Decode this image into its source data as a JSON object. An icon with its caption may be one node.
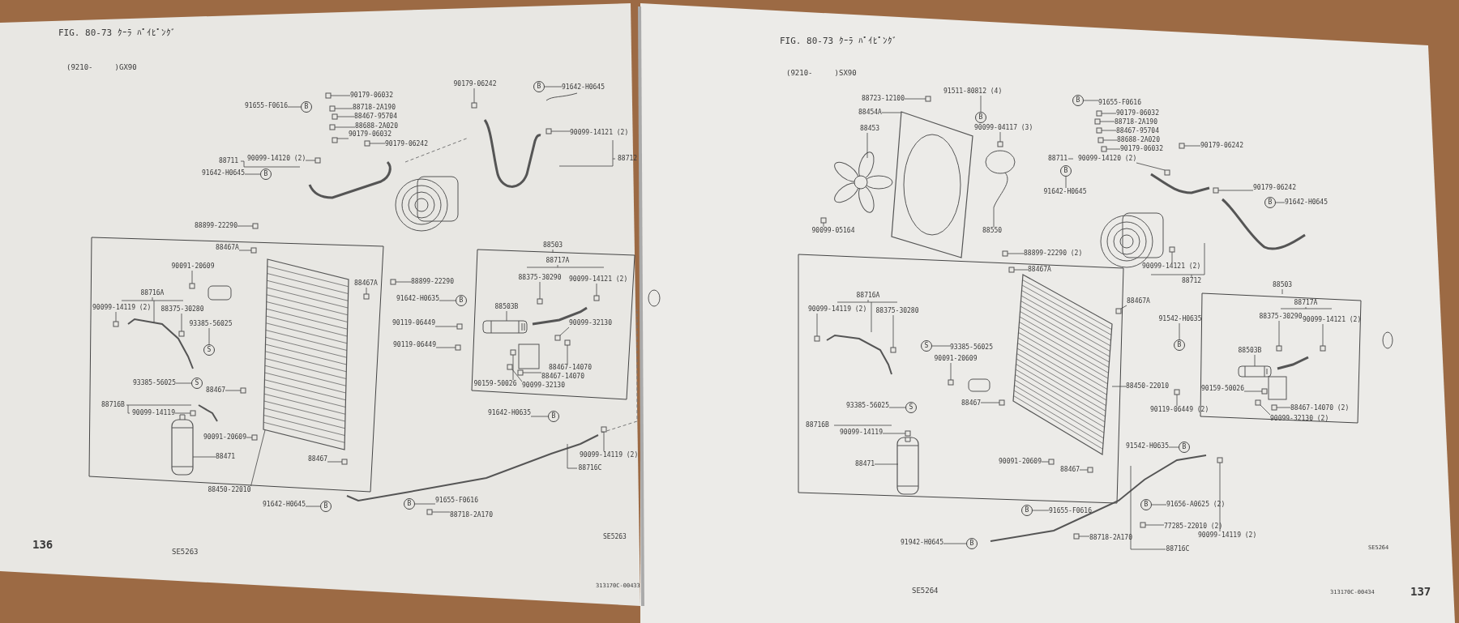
{
  "diagram": {
    "nodes": [
      {
        "text": [
          "90179-06032"
        ]
      },
      {
        "text": [
          "91655-F0616"
        ]
      },
      {
        "text": [
          "B"
        ]
      },
      {
        "text": [
          "88718-2A190"
        ]
      },
      {
        "text": [
          "88467-95704"
        ]
      },
      {
        "text": [
          "88688-2A020"
        ]
      },
      {
        "text": [
          "90179-06032"
        ]
      },
      {
        "text": [
          "90179-06242"
        ]
      },
      {
        "text": [
          "90099-14120 (2)"
        ]
      },
      {
        "text": [
          "91642-H0645"
        ]
      },
      {
        "text": [
          "B"
        ]
      },
      {
        "text": [
          "88899-22290"
        ]
      },
      {
        "text": [
          "88467A"
        ]
      },
      {
        "text": [
          "90179-06242"
        ]
      },
      {
        "text": [
          "B"
        ]
      },
      {
        "text": [
          "91642-H0645"
        ]
      },
      {
        "text": [
          "90099-14121 (2)"
        ]
      },
      {
        "text": [
          "90091-20609"
        ]
      },
      {
        "text": [
          "90099-14119 (2)"
        ]
      },
      {
        "text": [
          "88375-30280"
        ]
      },
      {
        "text": [
          "93385-56025"
        ]
      },
      {
        "text": [
          "S"
        ]
      },
      {
        "text": [
          "93385-56025"
        ]
      },
      {
        "text": [
          "S"
        ]
      },
      {
        "text": [
          "88467"
        ]
      },
      {
        "text": [
          "90099-14119"
        ]
      },
      {
        "text": [
          "90091-20609"
        ]
      },
      {
        "text": [
          "88471"
        ]
      },
      {
        "text": [
          "88467"
        ]
      },
      {
        "text": [
          "88450-22010"
        ]
      },
      {
        "text": [
          "91642-H0645"
        ]
      },
      {
        "text": [
          "B"
        ]
      },
      {
        "text": [
          "88467A"
        ]
      },
      {
        "text": [
          "88899-22290"
        ]
      },
      {
        "text": [
          "91642-H0635"
        ]
      },
      {
        "text": [
          "B"
        ]
      },
      {
        "text": [
          "88503B"
        ]
      },
      {
        "text": [
          "90119-06449"
        ]
      },
      {
        "text": [
          "90119-06449"
        ]
      },
      {
        "text": [
          "90099-32130"
        ]
      },
      {
        "text": [
          "88467-14070"
        ]
      },
      {
        "text": [
          "88467-14070"
        ]
      },
      {
        "text": [
          "90159-50026"
        ]
      },
      {
        "text": [
          "90099-32130"
        ]
      },
      {
        "text": [
          "91642-H0635"
        ]
      },
      {
        "text": [
          "B"
        ]
      },
      {
        "text": [
          "90099-14119 (2)"
        ]
      },
      {
        "text": [
          "91655-F0616"
        ]
      },
      {
        "text": [
          "B"
        ]
      },
      {
        "text": [
          "88718-2A170"
        ]
      },
      {
        "text": [
          "88375-30290"
        ]
      },
      {
        "text": [
          "90099-14121 (2)"
        ]
      },
      {
        "text": [
          "88723-12100"
        ]
      },
      {
        "text": [
          "91511-80812 (4)"
        ]
      },
      {
        "text": [
          "B"
        ]
      },
      {
        "text": [
          "88454A"
        ]
      },
      {
        "text": [
          "88453"
        ]
      },
      {
        "text": [
          "90099-04117 (3)"
        ]
      },
      {
        "text": [
          "90099-05164"
        ]
      },
      {
        "text": [
          "88550"
        ]
      },
      {
        "text": [
          "88899-22290 (2)"
        ]
      },
      {
        "text": [
          "88467A"
        ]
      },
      {
        "text": [
          "B"
        ]
      },
      {
        "text": [
          "91655-F0616"
        ]
      },
      {
        "text": [
          "90179-06032"
        ]
      },
      {
        "text": [
          "88718-2A190"
        ]
      },
      {
        "text": [
          "88467-95704"
        ]
      },
      {
        "text": [
          "88688-2A020"
        ]
      },
      {
        "text": [
          "90179-06032"
        ]
      },
      {
        "text": [
          "90099-14120 (2)"
        ]
      },
      {
        "text": [
          "B"
        ]
      },
      {
        "text": [
          "91642-H0645"
        ]
      },
      {
        "text": [
          "90179-06242"
        ]
      },
      {
        "text": [
          "90179-06242"
        ]
      },
      {
        "text": [
          "B"
        ]
      },
      {
        "text": [
          "91642-H0645"
        ]
      },
      {
        "text": [
          "90099-14121 (2)"
        ]
      },
      {
        "text": [
          "90099-14119 (2)"
        ]
      },
      {
        "text": [
          "88375-30280"
        ]
      },
      {
        "text": [
          "88467A"
        ]
      },
      {
        "text": [
          "S"
        ]
      },
      {
        "text": [
          "93385-56025"
        ]
      },
      {
        "text": [
          "90091-20609"
        ]
      },
      {
        "text": [
          "88467"
        ]
      },
      {
        "text": [
          "93385-56025"
        ]
      },
      {
        "text": [
          "S"
        ]
      },
      {
        "text": [
          "90099-14119"
        ]
      },
      {
        "text": [
          "88471"
        ]
      },
      {
        "text": [
          "90091-20609"
        ]
      },
      {
        "text": [
          "88467"
        ]
      },
      {
        "text": [
          "88450-22010"
        ]
      },
      {
        "text": [
          "90119-06449 (2)"
        ]
      },
      {
        "text": [
          "91542-H0635"
        ]
      },
      {
        "text": [
          "B"
        ]
      },
      {
        "text": [
          "88375-30290"
        ]
      },
      {
        "text": [
          "90099-14121 (2)"
        ]
      },
      {
        "text": [
          "88503B"
        ]
      },
      {
        "text": [
          "90159-50026"
        ]
      },
      {
        "text": [
          "88467-14070 (2)"
        ]
      },
      {
        "text": [
          "90099-32130 (2)"
        ]
      },
      {
        "text": [
          "91542-H0635"
        ]
      },
      {
        "text": [
          "B"
        ]
      },
      {
        "text": [
          "91655-F0616"
        ]
      },
      {
        "text": [
          "B"
        ]
      },
      {
        "text": [
          "91656-A0625 (2)"
        ]
      },
      {
        "text": [
          "B"
        ]
      },
      {
        "text": [
          "77285-22010 (2)"
        ]
      },
      {
        "text": [
          "90099-14119 (2)"
        ]
      },
      {
        "text": [
          "91942-H0645"
        ]
      },
      {
        "text": [
          "B"
        ]
      },
      {
        "text": [
          "88718-2A170"
        ]
      },
      {
        "text": [],
        "shape": "picture"
      },
      {
        "text": [],
        "shape": "picture"
      },
      {
        "text": [],
        "shape": "picture"
      },
      {
        "text": [],
        "shape": "picture"
      },
      {
        "text": [],
        "shape": "picture"
      },
      {
        "text": [],
        "shape": "picture"
      },
      {
        "text": [],
        "shape": "picture"
      },
      {
        "text": [],
        "shape": "picture"
      },
      {
        "text": [],
        "shape": "picture"
      },
      {
        "text": [],
        "shape": "box"
      },
      {
        "text": [],
        "shape": "box"
      },
      {
        "text": [],
        "shape": "box"
      },
      {
        "text": [],
        "shape": "box"
      },
      {
        "text": [],
        "shape": "box"
      },
      {
        "text": [],
        "shape": "box"
      },
      {
        "text": [],
        "shape": "box"
      },
      {
        "text": [],
        "shape": "box"
      },
      {
        "text": [],
        "shape": "box"
      },
      {
        "text": [],
        "shape": "box"
      },
      {
        "text": [],
        "shape": "box"
      },
      {
        "text": [],
        "shape": "box"
      },
      {
        "text": [],
        "shape": "box"
      },
      {
        "text": [],
        "shape": "box"
      },
      {
        "text": [],
        "shape": "box"
      },
      {
        "text": [],
        "shape": "box"
      },
      {
        "text": [],
        "shape": "box"
      },
      {
        "text": [],
        "shape": "box"
      },
      {
        "text": [],
        "shape": "box"
      },
      {
        "text": [],
        "shape": "box"
      },
      {
        "text": [],
        "shape": "box"
      },
      {
        "text": [],
        "shape": "box"
      },
      {
        "text": [],
        "shape": "box"
      },
      {
        "text": [],
        "shape": "box"
      },
      {
        "text": [],
        "shape": "box"
      },
      {
        "text": [],
        "shape": "box"
      },
      {
        "text": [],
        "shape": "box"
      },
      {
        "text": [],
        "shape": "box"
      },
      {
        "text": [],
        "shape": "box"
      },
      {
        "text": [],
        "shape": "box"
      },
      {
        "text": [],
        "shape": "box"
      },
      {
        "text": [],
        "shape": "box"
      },
      {
        "text": [],
        "shape": "box"
      },
      {
        "text": [],
        "shape": "box"
      },
      {
        "text": [],
        "shape": "box"
      },
      {
        "text": [],
        "shape": "box"
      },
      {
        "text": [],
        "shape": "box"
      },
      {
        "text": [],
        "shape": "box"
      },
      {
        "text": [],
        "shape": "box"
      },
      {
        "text": [],
        "shape": "box"
      },
      {
        "text": [],
        "shape": "box"
      },
      {
        "text": [],
        "shape": "box"
      },
      {
        "text": [],
        "shape": "box"
      },
      {
        "text": [],
        "shape": "box"
      },
      {
        "text": [],
        "shape": "box"
      },
      {
        "text": [],
        "shape": "box"
      },
      {
        "text": [],
        "shape": "box"
      },
      {
        "text": [],
        "shape": "box"
      },
      {
        "text": [],
        "shape": "box"
      },
      {
        "text": [],
        "shape": "box"
      },
      {
        "text": [],
        "shape": "box"
      },
      {
        "text": [],
        "shape": "box"
      },
      {
        "text": [],
        "shape": "box"
      },
      {
        "text": [],
        "shape": "box"
      },
      {
        "text": [],
        "shape": "box"
      },
      {
        "text": [],
        "shape": "box"
      },
      {
        "text": [],
        "shape": "box"
      },
      {
        "text": [],
        "shape": "box"
      },
      {
        "text": [],
        "shape": "box"
      },
      {
        "text": [],
        "shape": "box"
      },
      {
        "text": [],
        "shape": "box"
      },
      {
        "text": [],
        "shape": "box"
      }
    ],
    "edges": [
      {
        "from": 0,
        "to": 120,
        "arrow": "none"
      },
      {
        "from": 1,
        "to": 2,
        "arrow": "none"
      },
      {
        "from": 3,
        "to": 121,
        "arrow": "none"
      },
      {
        "from": 4,
        "to": 122,
        "arrow": "none"
      },
      {
        "from": 5,
        "to": 123,
        "arrow": "none"
      },
      {
        "from": 6,
        "to": 124,
        "arrow": "none"
      },
      {
        "from": 7,
        "to": 125,
        "arrow": "none"
      },
      {
        "from": 8,
        "to": 126,
        "arrow": "none"
      },
      {
        "from": 9,
        "to": 10,
        "arrow": "none"
      },
      {
        "from": 11,
        "to": 127,
        "arrow": "none"
      },
      {
        "from": 12,
        "to": 128,
        "arrow": "none"
      },
      {
        "from": 13,
        "to": 129,
        "arrow": "none"
      },
      {
        "from": 15,
        "to": 14,
        "arrow": "none"
      },
      {
        "from": 16,
        "to": 130,
        "arrow": "none"
      },
      {
        "from": 17,
        "to": 131,
        "arrow": "none"
      },
      {
        "from": 18,
        "to": 132,
        "arrow": "none"
      },
      {
        "from": 19,
        "to": 133,
        "arrow": "none"
      },
      {
        "from": 20,
        "to": 21,
        "arrow": "none"
      },
      {
        "from": 22,
        "to": 23,
        "arrow": "none"
      },
      {
        "from": 24,
        "to": 134,
        "arrow": "none"
      },
      {
        "from": 25,
        "to": 135,
        "arrow": "none"
      },
      {
        "from": 26,
        "to": 136,
        "arrow": "none"
      },
      {
        "from": 27,
        "to": 112,
        "arrow": "none"
      },
      {
        "from": 28,
        "to": 137,
        "arrow": "none"
      },
      {
        "from": 29,
        "to": 111,
        "arrow": "none"
      },
      {
        "from": 30,
        "to": 31,
        "arrow": "none"
      },
      {
        "from": 32,
        "to": 138,
        "arrow": "none"
      },
      {
        "from": 33,
        "to": 139,
        "arrow": "none"
      },
      {
        "from": 34,
        "to": 35,
        "arrow": "none"
      },
      {
        "from": 36,
        "to": 113,
        "arrow": "none"
      },
      {
        "from": 37,
        "to": 140,
        "arrow": "none"
      },
      {
        "from": 38,
        "to": 141,
        "arrow": "none"
      },
      {
        "from": 39,
        "to": 142,
        "arrow": "none"
      },
      {
        "from": 40,
        "to": 143,
        "arrow": "none"
      },
      {
        "from": 41,
        "to": 144,
        "arrow": "none"
      },
      {
        "from": 42,
        "to": 145,
        "arrow": "none"
      },
      {
        "from": 43,
        "to": 146,
        "arrow": "none"
      },
      {
        "from": 44,
        "to": 45,
        "arrow": "none"
      },
      {
        "from": 46,
        "to": 147,
        "arrow": "none"
      },
      {
        "from": 47,
        "to": 48,
        "arrow": "none"
      },
      {
        "from": 49,
        "to": 148,
        "arrow": "none"
      },
      {
        "from": 50,
        "to": 149,
        "arrow": "none"
      },
      {
        "from": 51,
        "to": 150,
        "arrow": "none"
      },
      {
        "from": 52,
        "to": 151,
        "arrow": "none"
      },
      {
        "from": 53,
        "to": 54,
        "arrow": "none"
      },
      {
        "from": 55,
        "to": 115,
        "arrow": "none"
      },
      {
        "from": 56,
        "to": 114,
        "arrow": "none"
      },
      {
        "from": 57,
        "to": 152,
        "arrow": "none"
      },
      {
        "from": 58,
        "to": 153,
        "arrow": "none"
      },
      {
        "from": 59,
        "to": 116,
        "arrow": "none"
      },
      {
        "from": 60,
        "to": 154,
        "arrow": "none"
      },
      {
        "from": 61,
        "to": 155,
        "arrow": "none"
      },
      {
        "from": 63,
        "to": 62,
        "arrow": "none"
      },
      {
        "from": 64,
        "to": 156,
        "arrow": "none"
      },
      {
        "from": 65,
        "to": 157,
        "arrow": "none"
      },
      {
        "from": 66,
        "to": 158,
        "arrow": "none"
      },
      {
        "from": 67,
        "to": 159,
        "arrow": "none"
      },
      {
        "from": 68,
        "to": 160,
        "arrow": "none"
      },
      {
        "from": 69,
        "to": 161,
        "arrow": "none"
      },
      {
        "from": 71,
        "to": 70,
        "arrow": "none"
      },
      {
        "from": 72,
        "to": 162,
        "arrow": "none"
      },
      {
        "from": 73,
        "to": 163,
        "arrow": "none"
      },
      {
        "from": 75,
        "to": 74,
        "arrow": "none"
      },
      {
        "from": 76,
        "to": 164,
        "arrow": "none"
      },
      {
        "from": 77,
        "to": 165,
        "arrow": "none"
      },
      {
        "from": 78,
        "to": 166,
        "arrow": "none"
      },
      {
        "from": 79,
        "to": 167,
        "arrow": "none"
      },
      {
        "from": 81,
        "to": 80,
        "arrow": "none"
      },
      {
        "from": 82,
        "to": 168,
        "arrow": "none"
      },
      {
        "from": 83,
        "to": 169,
        "arrow": "none"
      },
      {
        "from": 84,
        "to": 85,
        "arrow": "none"
      },
      {
        "from": 86,
        "to": 170,
        "arrow": "none"
      },
      {
        "from": 87,
        "to": 118,
        "arrow": "none"
      },
      {
        "from": 88,
        "to": 171,
        "arrow": "none"
      },
      {
        "from": 89,
        "to": 172,
        "arrow": "none"
      },
      {
        "from": 90,
        "to": 117,
        "arrow": "none"
      },
      {
        "from": 91,
        "to": 173,
        "arrow": "none"
      },
      {
        "from": 92,
        "to": 93,
        "arrow": "none"
      },
      {
        "from": 94,
        "to": 174,
        "arrow": "none"
      },
      {
        "from": 95,
        "to": 175,
        "arrow": "none"
      },
      {
        "from": 96,
        "to": 119,
        "arrow": "none"
      },
      {
        "from": 97,
        "to": 176,
        "arrow": "none"
      },
      {
        "from": 98,
        "to": 177,
        "arrow": "none"
      },
      {
        "from": 99,
        "to": 178,
        "arrow": "none"
      },
      {
        "from": 100,
        "to": 101,
        "arrow": "none"
      },
      {
        "from": 102,
        "to": 103,
        "arrow": "none"
      },
      {
        "from": 104,
        "to": 105,
        "arrow": "none"
      },
      {
        "from": 106,
        "to": 179,
        "arrow": "none"
      },
      {
        "from": 107,
        "to": 180,
        "arrow": "none"
      },
      {
        "from": 108,
        "to": 109,
        "arrow": "none"
      },
      {
        "from": 110,
        "to": 181,
        "arrow": "none"
      }
    ],
    "labels": [
      "FIG. 80-73 ｸｰﾗ ﾊﾟｲﾋﾟﾝｸﾞ",
      "(9210-     )GX90",
      "88711",
      "88712",
      "88503",
      "88717A",
      "88716A",
      "88716B",
      "88716C",
      "136",
      "SE5263",
      "SE5263",
      "313170C-00433",
      "FIG. 80-73 ｸｰﾗ ﾊﾟｲﾋﾟﾝｸﾞ",
      "(9210-     )SX90",
      "88711",
      "88712",
      "88716A",
      "88503",
      "88717A",
      "88716B",
      "88716C",
      "SE5264",
      "SE5264",
      "313170C-00434",
      "137"
    ]
  }
}
